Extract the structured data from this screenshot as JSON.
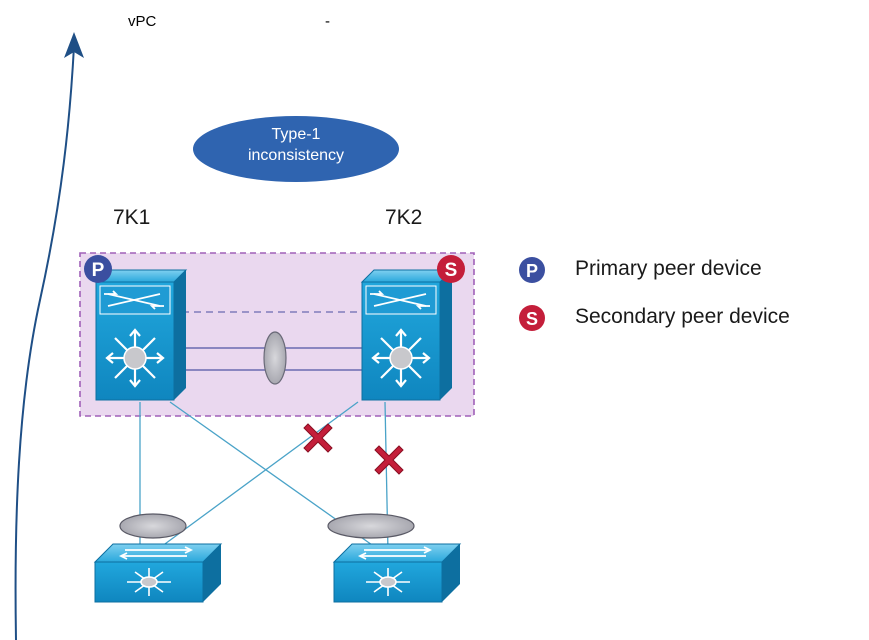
{
  "header": {
    "left_text": "vPC",
    "right_text": "-"
  },
  "consistency": {
    "line1": "Type-1",
    "line2": "inconsistency"
  },
  "devices": [
    {
      "name": "7K1",
      "badge": "P"
    },
    {
      "name": "7K2",
      "badge": "S"
    }
  ],
  "legend": [
    {
      "badge": "P",
      "label": "Primary peer device",
      "color": "#3b4fa0"
    },
    {
      "badge": "S",
      "label": "Secondary peer device",
      "color": "#c41e3a"
    }
  ],
  "colors": {
    "switch": "#1aa0d8",
    "switch_dark": "#0d6fa0",
    "domain_fill": "#ead8ef",
    "domain_border": "#a060b8",
    "oval": "#2f64b0",
    "link": "#4aa3c8",
    "x_mark": "#c41e3a",
    "primary": "#3b4fa0",
    "secondary": "#c41e3a"
  },
  "icons": [
    "arrow-up-icon",
    "switch-icon",
    "x-mark-icon",
    "port-channel-icon"
  ]
}
